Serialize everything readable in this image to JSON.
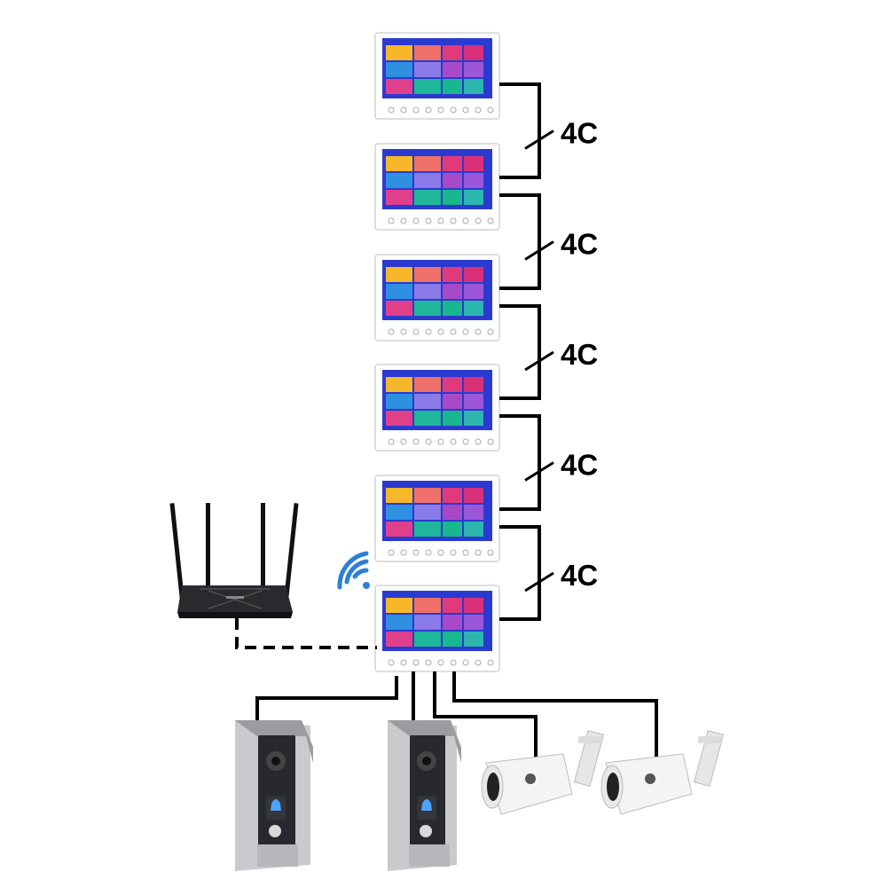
{
  "connections": {
    "cable_label": "4C"
  },
  "monitors": [
    {
      "id": "monitor-1"
    },
    {
      "id": "monitor-2"
    },
    {
      "id": "monitor-3"
    },
    {
      "id": "monitor-4"
    },
    {
      "id": "monitor-5"
    },
    {
      "id": "monitor-6"
    }
  ],
  "tile_colors": [
    "#f6b82a",
    "#f0706a",
    "#e03a7a",
    "#d9307a",
    "#2f8fe0",
    "#8a7be8",
    "#a84ac8",
    "#9b57d8",
    "#e0408a",
    "#1fb89a",
    "#19b78d",
    "#2db6b0"
  ],
  "screen_bg": "#2a3ad0",
  "colors": {
    "wire": "#000000",
    "wifi": "#2d7fd6",
    "router": "#1e1e22",
    "panel": "#c9cbcf",
    "panel_face": "#2a2b30",
    "camera": "#f2f2f2"
  },
  "icons": {
    "router": "router-icon",
    "wifi": "wifi-icon",
    "door_station": "door-station-icon",
    "camera": "bullet-camera-icon",
    "monitor": "indoor-monitor-icon"
  }
}
